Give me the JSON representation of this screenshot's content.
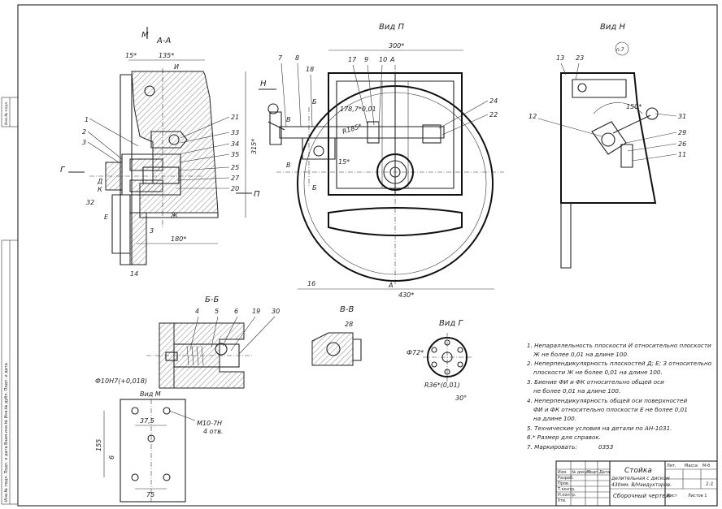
{
  "views": {
    "section_aa": "А-А",
    "view_m_letter": "М",
    "view_p": "Вид П",
    "view_n": "Вид Н",
    "section_bb": "Б-Б",
    "section_vv": "В-В",
    "view_g": "Вид Г",
    "view_m": "Вид М",
    "callout_n7": "n.7"
  },
  "dimensions": {
    "d15": "15*",
    "d135": "135*",
    "d180": "180*",
    "d315": "315*",
    "d300": "300*",
    "d430": "430*",
    "d150": "150*",
    "d15b": "15*",
    "d375": "37,5",
    "d75": "75",
    "d155": "155",
    "d6": "6",
    "m10": "М10-7Н",
    "m10b": "4 отв.",
    "d10h7": "Ф10Н7(+0,018)",
    "d30": "30°",
    "r36": "R36*(0,01)",
    "d72": "Ф72*",
    "r185": "R185*",
    "r178": "178,7*0,01"
  },
  "letters": {
    "I": "И",
    "K": "К",
    "D": "Д",
    "E": "Е",
    "ZH": "Ж",
    "G": "Г",
    "P": "П",
    "N": "Н",
    "B": "Б",
    "V": "В",
    "A": "А"
  },
  "part_numbers": {
    "aa": [
      "1",
      "2",
      "3",
      "32",
      "21",
      "33",
      "34",
      "35",
      "25",
      "27",
      "20",
      "3",
      "14"
    ],
    "vp": [
      "7",
      "8",
      "18",
      "17",
      "9",
      "10",
      "24",
      "22",
      "16"
    ],
    "vn": [
      "13",
      "23",
      "12",
      "31",
      "29",
      "26",
      "11"
    ],
    "bb": [
      "4",
      "5",
      "6",
      "19",
      "30"
    ],
    "vv": [
      "28"
    ]
  },
  "notes": [
    "1. Непараллельность плоскости И относительно плоскости",
    "Ж не более 0,01 на длине 100.",
    "2. Неперпендикулярность плоскостей Д; Е; З относительно",
    "плоскости Ж не более 0,01 на длине 100.",
    "3. Биение ФИ и ФК относительно общей оси",
    "не более 0,01 на длине 100.",
    "4. Неперпендикулярность общей оси поверхностей",
    "ФИ и ФК относительно плоскости Е не более 0,01",
    "на длине 100.",
    "5. Технические условия на детали по АН-1031.",
    "6.* Размер для справок.",
    "7. Маркировать:",
    "0353"
  ],
  "title_block": {
    "name_line1": "Стойка",
    "name_line2": "делительная с диском",
    "name_line3": "430мм. В/Наидукторов.",
    "doc_type": "Сборочный чертеж",
    "lit_label": "Лит.",
    "mass_label": "Масса",
    "scale_label": "М-б",
    "scale_value": "1:1",
    "sheet_label": "Лист",
    "sheets_label": "Листов 1",
    "row_labels": [
      "Изм.",
      "Разраб.",
      "Пров.",
      "Т.контр.",
      "Н.контр.",
      "Утв."
    ],
    "col_labels": [
      "№ докум.",
      "Подп.",
      "Дата"
    ]
  },
  "margin": {
    "top_left": "Инв.№ подл.",
    "bottom_left": "Инв.№ подл.  Подп. и дата  Взам.инв.№  Инв.№ дубл.  Подп. и дата"
  }
}
